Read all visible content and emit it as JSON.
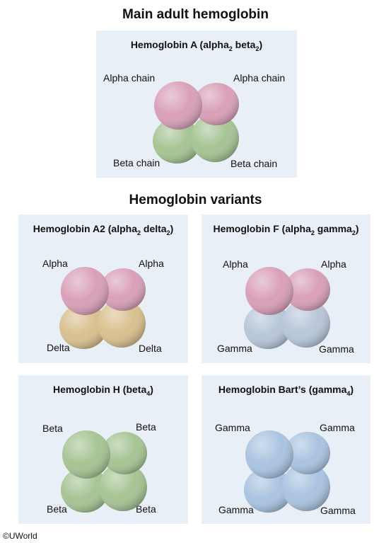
{
  "main_heading": "Main adult hemoglobin",
  "variants_heading": "Hemoglobin variants",
  "credit": "©UWorld",
  "colors": {
    "alpha": "#d9a0b8",
    "beta": "#a6c494",
    "delta": "#d9c08e",
    "gamma_mixed": "#b8c6da",
    "gamma": "#a9c3e0",
    "panel_bg": "#e9eff6"
  },
  "panels": {
    "a": {
      "title_pre": "Hemoglobin A (alpha",
      "sub1": "2",
      "title_mid": " beta",
      "sub2": "2",
      "title_post": ")",
      "labels": {
        "tl": "Alpha chain",
        "tr": "Alpha chain",
        "bl": "Beta chain",
        "br": "Beta chain"
      }
    },
    "a2": {
      "title_pre": "Hemoglobin A2 (alpha",
      "sub1": "2",
      "title_mid": " delta",
      "sub2": "2",
      "title_post": ")",
      "labels": {
        "tl": "Alpha",
        "tr": "Alpha",
        "bl": "Delta",
        "br": "Delta"
      }
    },
    "f": {
      "title_pre": "Hemoglobin F (alpha",
      "sub1": "2",
      "title_mid": " gamma",
      "sub2": "2",
      "title_post": ")",
      "labels": {
        "tl": "Alpha",
        "tr": "Alpha",
        "bl": "Gamma",
        "br": "Gamma"
      }
    },
    "h": {
      "title_pre": "Hemoglobin H (beta",
      "sub1": "4",
      "title_post": ")",
      "labels": {
        "tl": "Beta",
        "tr": "Beta",
        "bl": "Beta",
        "br": "Beta"
      }
    },
    "barts": {
      "title_pre": "Hemoglobin Bart’s (gamma",
      "sub1": "4",
      "title_post": ")",
      "labels": {
        "tl": "Gamma",
        "tr": "Gamma",
        "bl": "Gamma",
        "br": "Gamma"
      }
    }
  }
}
